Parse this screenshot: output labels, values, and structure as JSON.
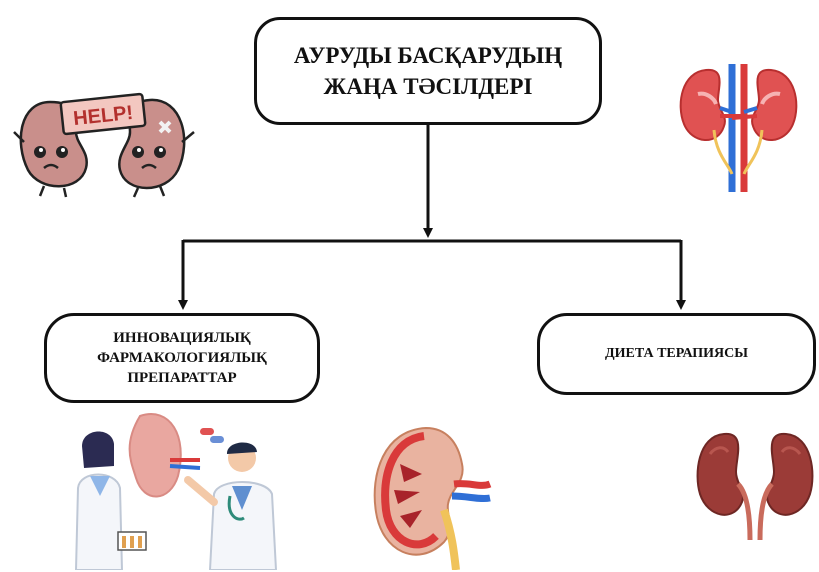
{
  "title": {
    "line1": "АУРУДЫ БАСҚАРУДЫҢ",
    "line2": "ЖАҢА ТӘСІЛДЕРІ"
  },
  "branches": [
    {
      "lines": [
        "ИННОВАЦИЯЛЫҚ",
        "ФАРМАКОЛОГИЯЛЫҚ",
        "ПРЕПАРАТТАР"
      ]
    },
    {
      "lines": [
        "ДИЕТА ТЕРАПИЯСЫ"
      ]
    }
  ],
  "illustrations": {
    "help_sign_text": "HELP!",
    "items": [
      "sad-kidneys-help-icon",
      "kidneys-vascular-icon",
      "doctors-with-kidney-icon",
      "kidney-cross-section-icon",
      "kidneys-pair-icon"
    ]
  },
  "colors": {
    "outline": "#111111",
    "kidney_red": "#d93a3a",
    "kidney_pink": "#e9a7a0",
    "vein_blue": "#2f6fd6",
    "kidney_brown": "#9b3b37"
  }
}
